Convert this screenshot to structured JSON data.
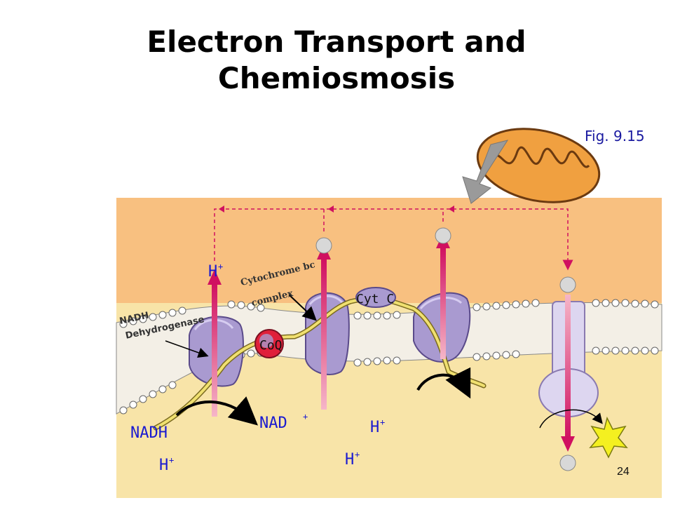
{
  "title": {
    "line1": "Electron Transport and",
    "line2": "Chemiosmosis"
  },
  "figure_label": "Fig. 9.15",
  "page_number": "24",
  "labels": {
    "nadh_dehydrogenase_line1": "NADH",
    "nadh_dehydrogenase_line2": "Dehydrogenase",
    "cytochrome_line1": "Cytochrome bc",
    "cytochrome_line2": "complex",
    "cyt_c": "Cyt C",
    "coq": "CoQ",
    "nadh": "NADH",
    "nad_plus": "NAD",
    "nad_plus_sup": "+",
    "h_plus": "H",
    "h_plus_sup": "+"
  },
  "colors": {
    "intermembrane": "#f8c080",
    "matrix": "#f8e4a8",
    "protein": "#a99ad0",
    "proton_arrow": "#d01060",
    "electron_path": "#f0e070",
    "mitochondrion": "#f0a040",
    "text_blue": "#1a1ad0"
  }
}
